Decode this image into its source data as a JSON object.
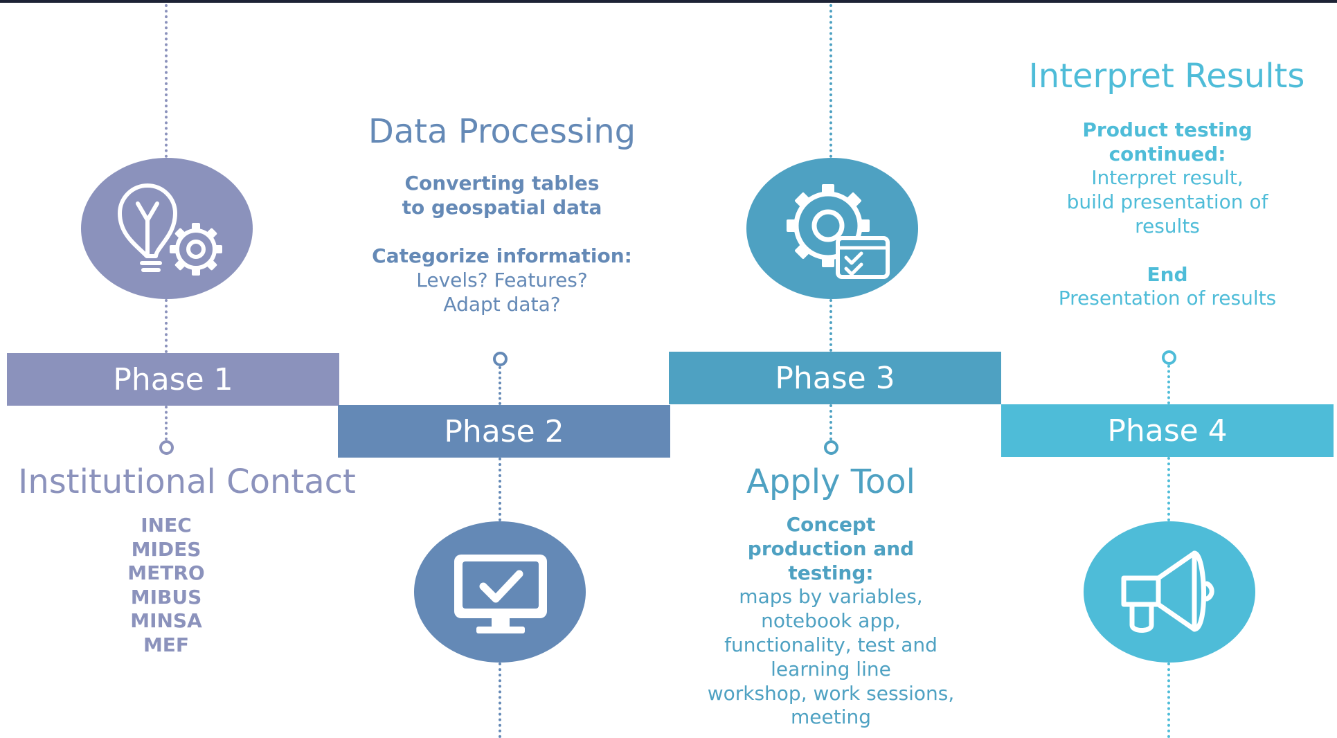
{
  "colors": {
    "phase1": "#8b92bc",
    "phase2": "#6489b6",
    "phase3": "#4ea1c2",
    "phase4": "#4ebcd8"
  },
  "phase1": {
    "band_label": "Phase 1",
    "title": "Institutional Contact",
    "items": [
      "INEC",
      "MIDES",
      "METRO",
      "MIBUS",
      "MINSA",
      "MEF"
    ],
    "icon": "lightbulb-gear-icon"
  },
  "phase2": {
    "band_label": "Phase 2",
    "title": "Data Processing",
    "bold1": "Converting tables to geospatial data",
    "bold2": "Categorize information:",
    "text1": "Levels? Features?",
    "text2": "Adapt data?",
    "icon": "monitor-check-icon"
  },
  "phase3": {
    "band_label": "Phase 3",
    "title": "Apply Tool",
    "bold1": "Concept production and testing:",
    "lines": [
      "maps by variables,",
      "notebook app,",
      "functionality, test and",
      "learning line",
      "workshop, work sessions,",
      "meeting"
    ],
    "icon": "gear-checklist-icon"
  },
  "phase4": {
    "band_label": "Phase 4",
    "title": "Interpret Results",
    "bold1": "Product testing continued:",
    "lines": [
      "Interpret result,",
      "build presentation of",
      "results"
    ],
    "bold2": "End",
    "text2": "Presentation of results",
    "icon": "megaphone-icon"
  }
}
